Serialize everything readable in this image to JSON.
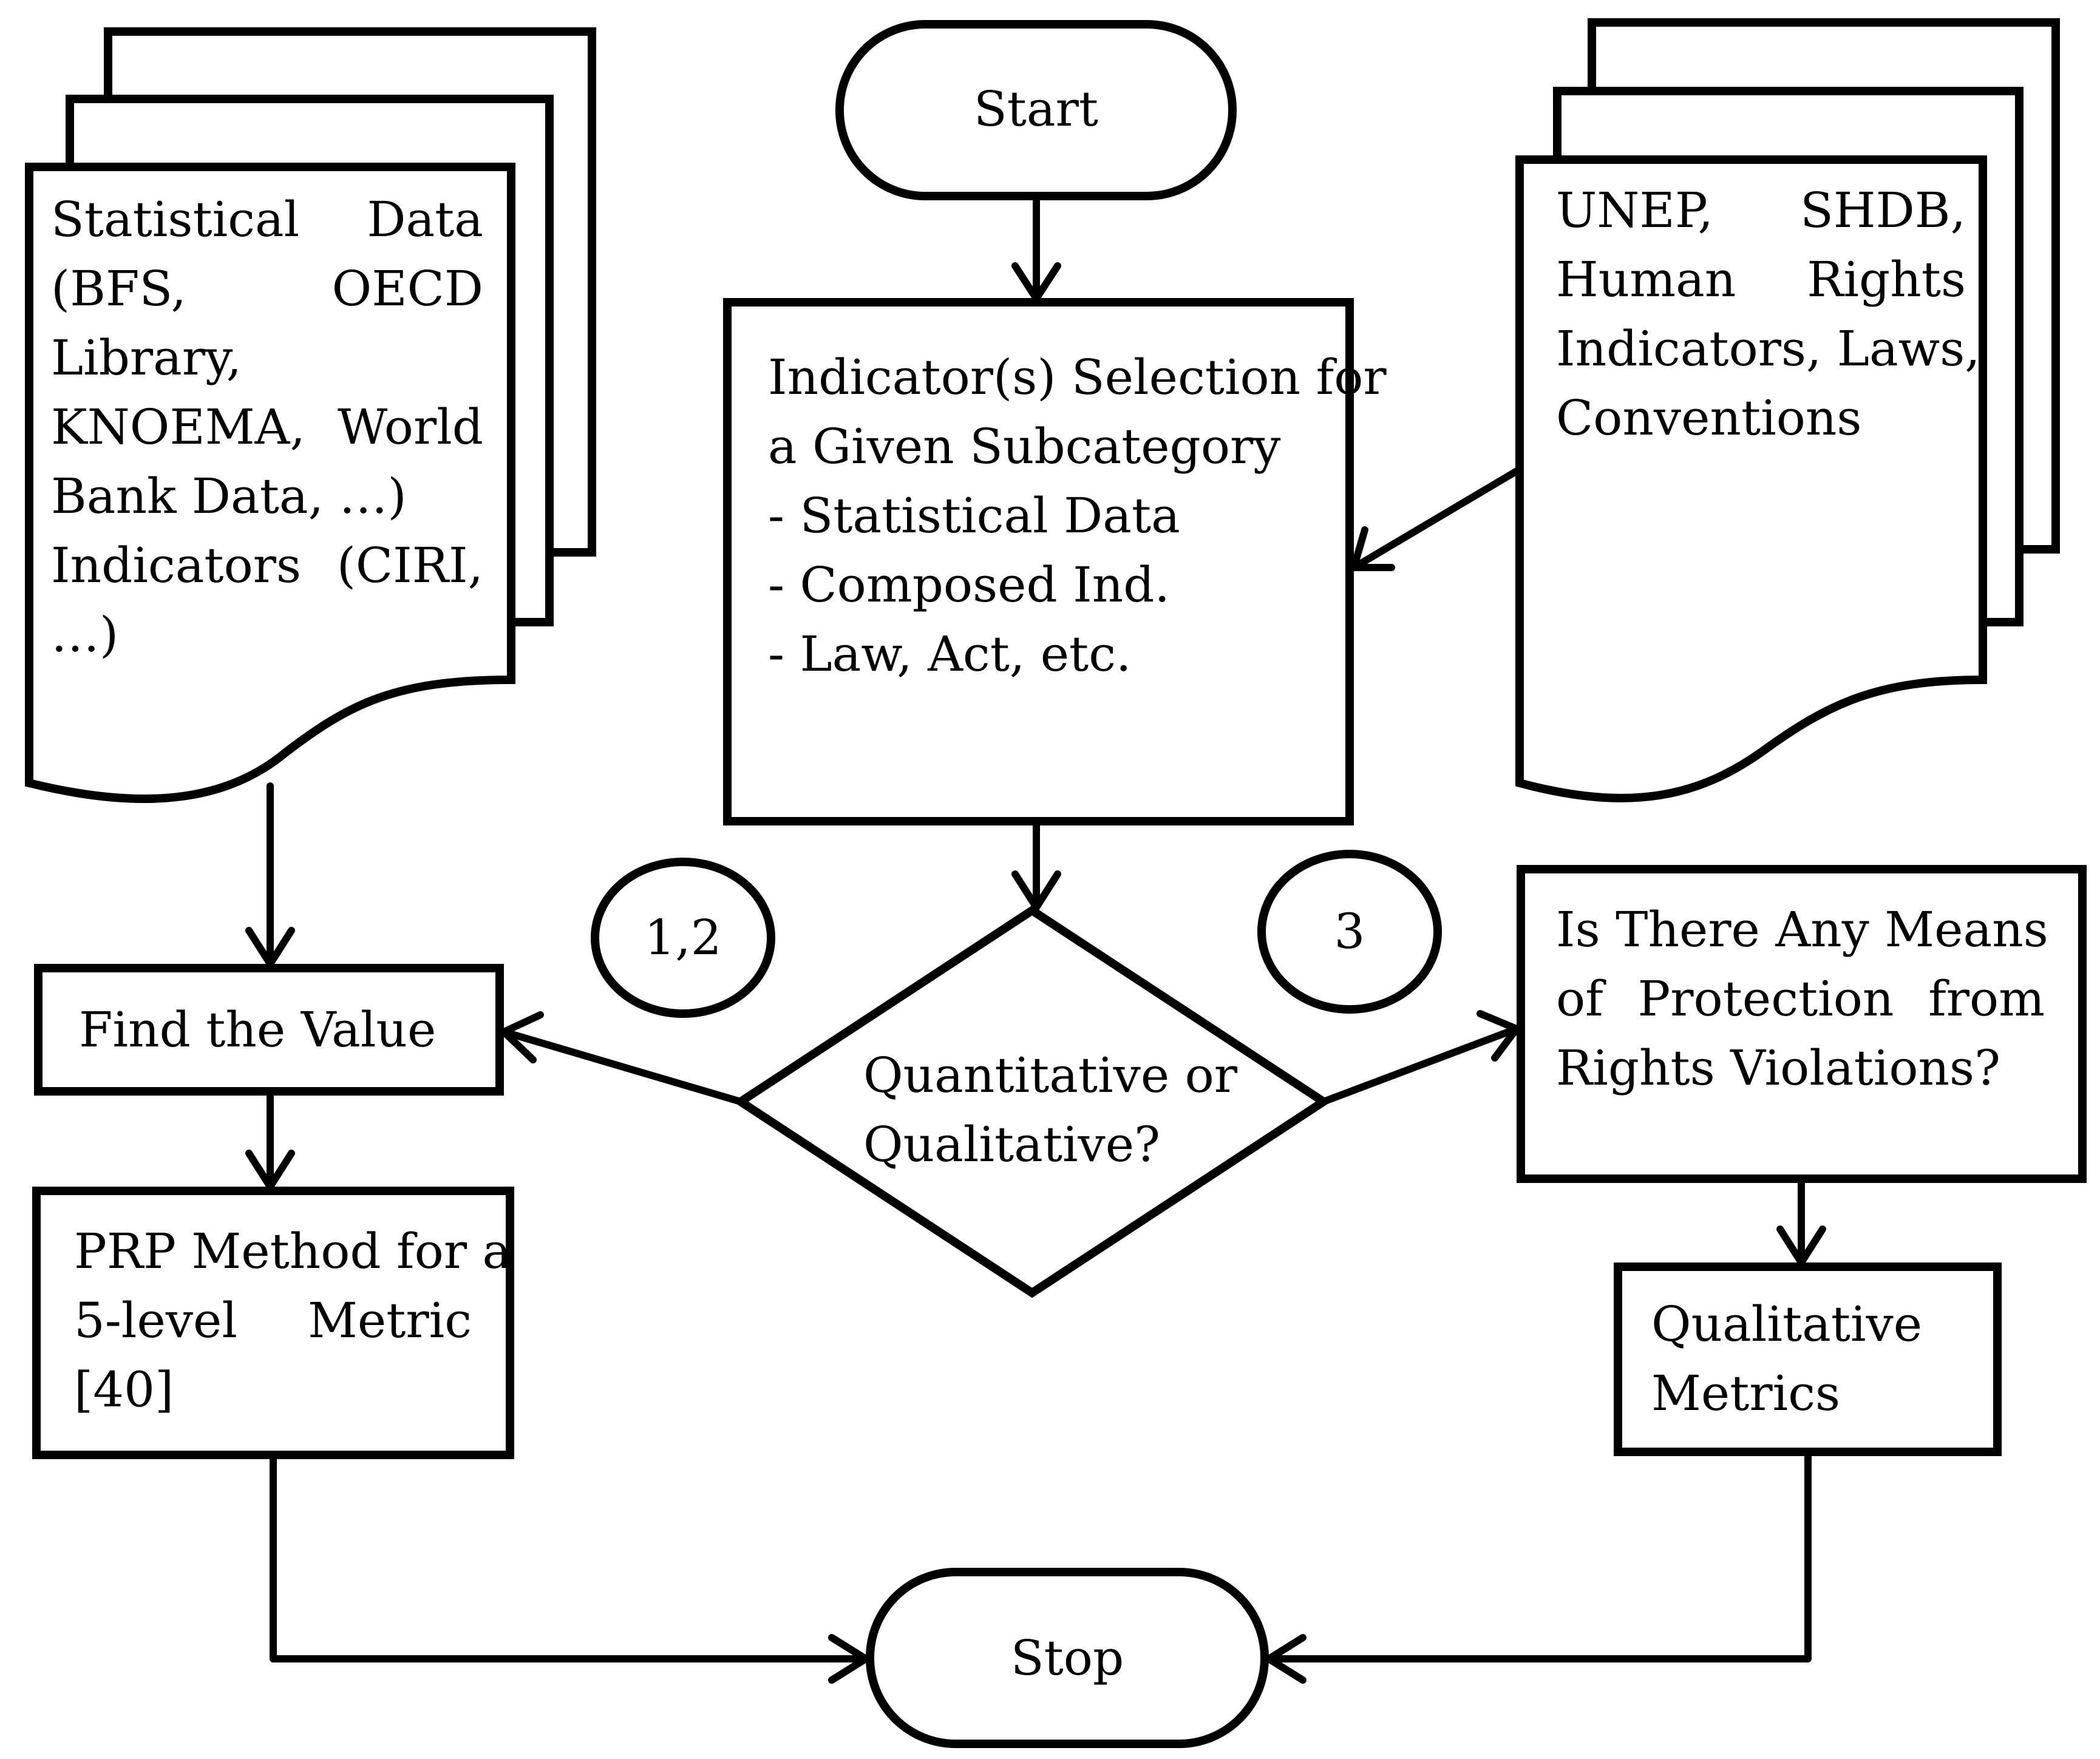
{
  "terminals": {
    "start": "Start",
    "stop": "Stop"
  },
  "left_document": {
    "lines": [
      "Statistical Data",
      "(BFS, OECD",
      "Library,",
      "KNOEMA, World",
      "Bank Data, …)",
      "Indicators (CIRI,",
      "…)"
    ]
  },
  "right_document": {
    "lines": [
      "UNEP, SHDB,",
      "Human Rights",
      "Indicators, Laws,",
      "Conventions"
    ]
  },
  "selection_box": {
    "lines": [
      "Indicator(s) Selection for",
      "a Given Subcategory",
      "- Statistical Data",
      "- Composed Ind.",
      "- Law, Act, etc."
    ]
  },
  "decision": {
    "lines": [
      "Quantitative or",
      "Qualitative?"
    ]
  },
  "connectors": {
    "left": "1,2",
    "right": "3"
  },
  "find_value": {
    "label": "Find the Value"
  },
  "prp_box": {
    "lines": [
      "PRP Method for a",
      "5-level Metric",
      "[40]"
    ]
  },
  "protection_box": {
    "lines": [
      "Is There Any Means",
      "of Protection from",
      "Rights Violations?"
    ]
  },
  "qualitative_box": {
    "lines": [
      "Qualitative",
      "Metrics"
    ]
  }
}
